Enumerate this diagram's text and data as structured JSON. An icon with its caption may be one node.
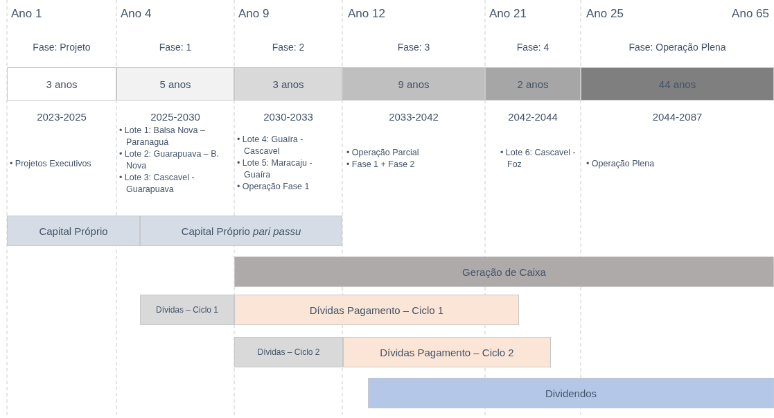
{
  "diagram": {
    "nodes": [
      {
        "text": [
          "3 anos"
        ]
      },
      {
        "text": [
          "5 anos"
        ]
      },
      {
        "text": [
          "3 anos"
        ]
      },
      {
        "text": [
          "9 anos"
        ]
      },
      {
        "text": [
          "2 anos"
        ]
      },
      {
        "text": [
          "44 anos"
        ]
      },
      {
        "text": [
          "Capital Próprio"
        ]
      },
      {
        "text": [
          "Capital Próprio *pari passu*"
        ]
      },
      {
        "text": [
          "Geração de Caixa"
        ]
      },
      {
        "text": [
          "Dívidas – Ciclo 1"
        ]
      },
      {
        "text": [
          "Dívidas Pagamento – Ciclo 1"
        ]
      },
      {
        "text": [
          "Dívidas – Ciclo 2"
        ]
      },
      {
        "text": [
          "Dívidas Pagamento – Ciclo 2"
        ]
      },
      {
        "text": [
          "Dividendos"
        ]
      }
    ],
    "labels": [
      "Ano 1",
      "Ano 4",
      "Ano 9",
      "Ano 12",
      "Ano 21",
      "Ano 25",
      "Ano 65",
      "Fase: Projeto",
      "Fase: 1",
      "Fase: 2",
      "Fase: 3",
      "Fase: 4",
      "Fase: Operação Plena",
      "2023-2025",
      "2025-2030",
      "2030-2033",
      "2033-2042",
      "2042-2044",
      "2044-2087",
      "• Projetos Executivos",
      "• Lote 1: Balsa Nova – Paranaguá",
      "• Lote 2: Guarapuava – B. Nova",
      "• Lote 3: Cascavel - Guarapuava",
      "• Lote 4: Guaíra - Cascavel",
      "• Lote 5: Maracaju - Guaíra",
      "• Operação Fase 1",
      "• Operação Parcial",
      "• Fase 1 + Fase 2",
      "• Lote 6: Cascavel - Foz",
      "• Operação Plena"
    ]
  }
}
